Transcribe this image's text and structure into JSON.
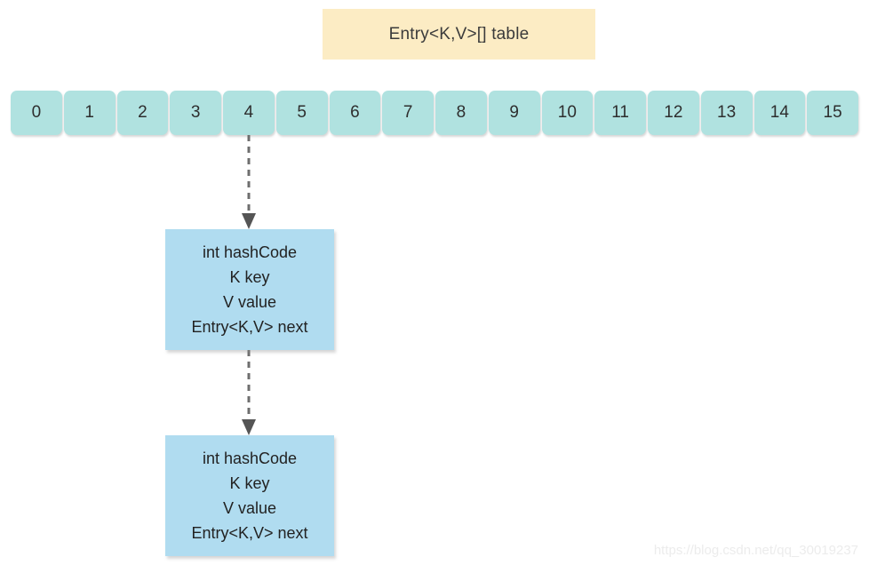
{
  "title_banner": {
    "text": "Entry<K,V>[] table",
    "background_color": "#fcecc4"
  },
  "table_array": {
    "cell_color": "#b0e2e0",
    "cells": [
      {
        "index": "0"
      },
      {
        "index": "1"
      },
      {
        "index": "2"
      },
      {
        "index": "3"
      },
      {
        "index": "4"
      },
      {
        "index": "5"
      },
      {
        "index": "6"
      },
      {
        "index": "7"
      },
      {
        "index": "8"
      },
      {
        "index": "9"
      },
      {
        "index": "10"
      },
      {
        "index": "11"
      },
      {
        "index": "12"
      },
      {
        "index": "13"
      },
      {
        "index": "14"
      },
      {
        "index": "15"
      }
    ]
  },
  "entry_nodes": [
    {
      "node_color": "#b0dcf0",
      "lines": [
        "int hashCode",
        "K key",
        "V value",
        "Entry<K,V> next"
      ]
    },
    {
      "node_color": "#b0dcf0",
      "lines": [
        "int hashCode",
        "K key",
        "V value",
        "Entry<K,V> next"
      ]
    }
  ],
  "connectors": {
    "line_color": "#6e6e6e",
    "style": "dashed"
  },
  "watermark": {
    "text": "https://blog.csdn.net/qq_30019237"
  }
}
